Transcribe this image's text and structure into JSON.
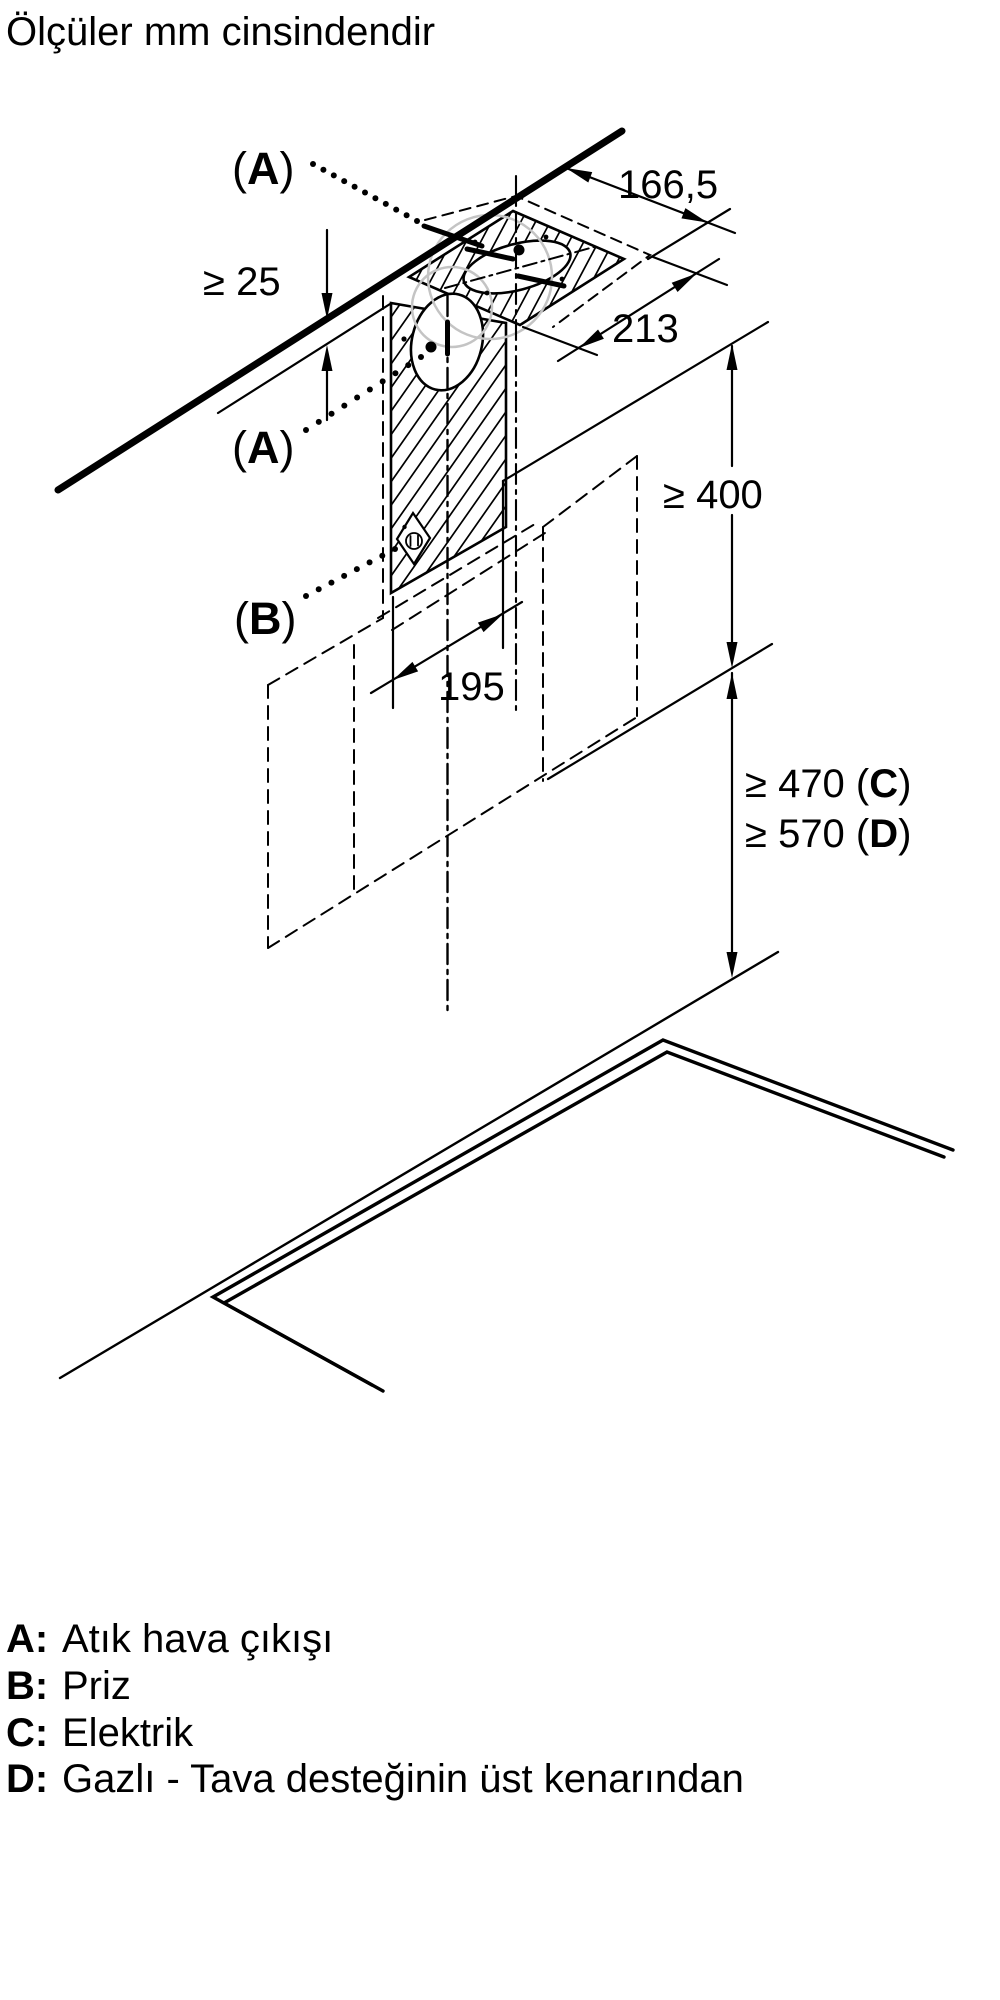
{
  "title": "Ölçüler mm cinsindendir",
  "callouts": {
    "a1": {
      "open": "(",
      "letter": "A",
      "close": ")"
    },
    "a2": {
      "open": "(",
      "letter": "A",
      "close": ")"
    },
    "b": {
      "open": "(",
      "letter": "B",
      "close": ")"
    }
  },
  "dimensions": {
    "min_ceiling_gap": "≥ 25",
    "ceiling_cutout_offset": "166,5",
    "ceiling_cutout_depth": "213",
    "wall_cutout_width": "195",
    "min_height_above": "≥ 400",
    "min_height_electric": {
      "pre": "≥ 470 (",
      "letter": "C",
      "close": ")"
    },
    "min_height_gas": {
      "pre": "≥ 570 (",
      "letter": "D",
      "close": ")"
    }
  },
  "legend": {
    "items": [
      {
        "key": "A:",
        "text": "Atık hava çıkışı"
      },
      {
        "key": "B:",
        "text": "Priz"
      },
      {
        "key": "C:",
        "text": "Elektrik"
      },
      {
        "key": "D:",
        "text": "Gazlı - Tava desteğinin üst kenarından"
      }
    ]
  },
  "colors": {
    "ink": "#000000",
    "ghost": "#c4c4c4",
    "background": "#ffffff"
  }
}
